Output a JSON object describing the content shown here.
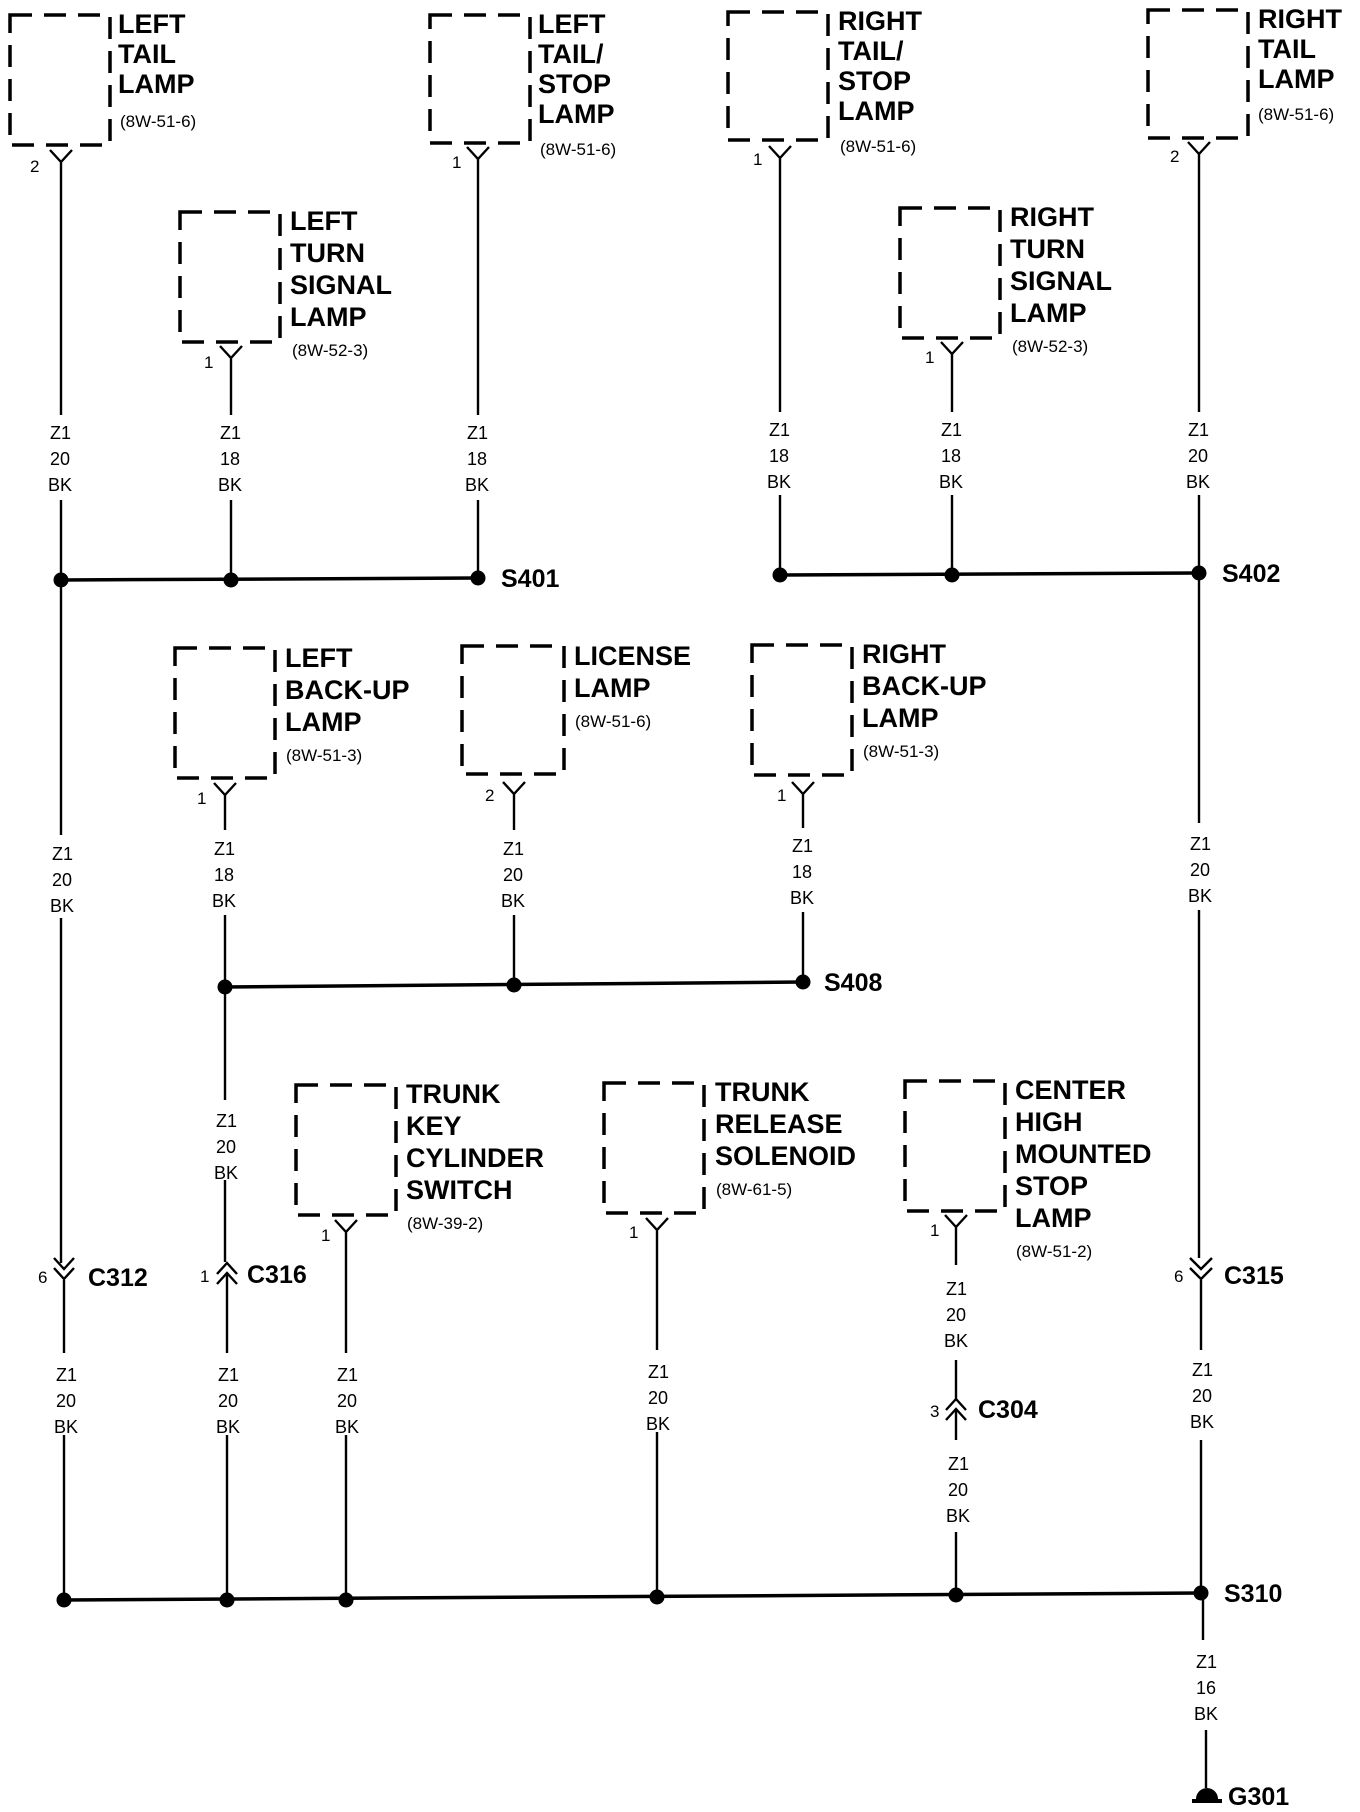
{
  "components": {
    "left_tail_lamp": {
      "lines": [
        "LEFT",
        "TAIL",
        "LAMP"
      ],
      "ref": "(8W-51-6)",
      "pin": "2"
    },
    "left_tail_stop_lamp": {
      "lines": [
        "LEFT",
        "TAIL/",
        "STOP",
        "LAMP"
      ],
      "ref": "(8W-51-6)",
      "pin": "1"
    },
    "right_tail_stop_lamp": {
      "lines": [
        "RIGHT",
        "TAIL/",
        "STOP",
        "LAMP"
      ],
      "ref": "(8W-51-6)",
      "pin": "1"
    },
    "right_tail_lamp": {
      "lines": [
        "RIGHT",
        "TAIL",
        "LAMP"
      ],
      "ref": "(8W-51-6)",
      "pin": "2"
    },
    "left_turn_signal_lamp": {
      "lines": [
        "LEFT",
        "TURN",
        "SIGNAL",
        "LAMP"
      ],
      "ref": "(8W-52-3)",
      "pin": "1"
    },
    "right_turn_signal_lamp": {
      "lines": [
        "RIGHT",
        "TURN",
        "SIGNAL",
        "LAMP"
      ],
      "ref": "(8W-52-3)",
      "pin": "1"
    },
    "left_backup_lamp": {
      "lines": [
        "LEFT",
        "BACK-UP",
        "LAMP"
      ],
      "ref": "(8W-51-3)",
      "pin": "1"
    },
    "license_lamp": {
      "lines": [
        "LICENSE",
        "LAMP"
      ],
      "ref": "(8W-51-6)",
      "pin": "2"
    },
    "right_backup_lamp": {
      "lines": [
        "RIGHT",
        "BACK-UP",
        "LAMP"
      ],
      "ref": "(8W-51-3)",
      "pin": "1"
    },
    "trunk_key_cylinder_switch": {
      "lines": [
        "TRUNK",
        "KEY",
        "CYLINDER",
        "SWITCH"
      ],
      "ref": "(8W-39-2)",
      "pin": "1"
    },
    "trunk_release_solenoid": {
      "lines": [
        "TRUNK",
        "RELEASE",
        "SOLENOID"
      ],
      "ref": "(8W-61-5)",
      "pin": "1"
    },
    "chmsl": {
      "lines": [
        "CENTER",
        "HIGH",
        "MOUNTED",
        "STOP",
        "LAMP"
      ],
      "ref": "(8W-51-2)",
      "pin": "1"
    }
  },
  "wire_gauges": {
    "z1_20_bk": [
      "Z1",
      "20",
      "BK"
    ],
    "z1_18_bk": [
      "Z1",
      "18",
      "BK"
    ],
    "z1_16_bk": [
      "Z1",
      "16",
      "BK"
    ]
  },
  "splices": {
    "s401": "S401",
    "s402": "S402",
    "s408": "S408",
    "s310": "S310"
  },
  "connectors": {
    "c312": {
      "name": "C312",
      "pin": "6"
    },
    "c316": {
      "name": "C316",
      "pin": "1"
    },
    "c315": {
      "name": "C315",
      "pin": "6"
    },
    "c304": {
      "name": "C304",
      "pin": "3"
    }
  },
  "ground": {
    "name": "G301"
  }
}
